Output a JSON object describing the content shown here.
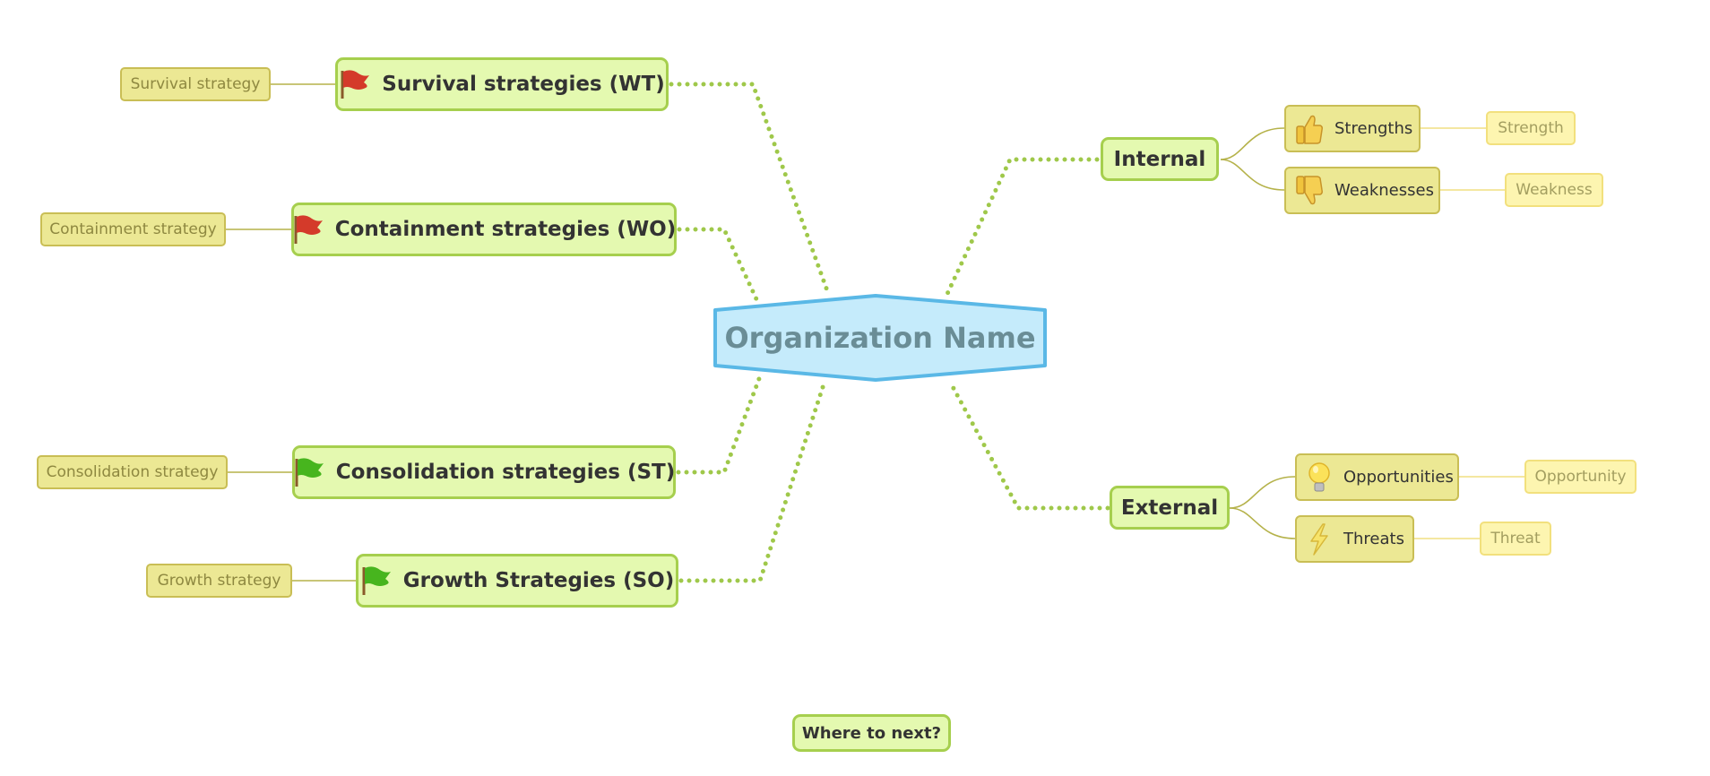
{
  "central": {
    "label": "Organization Name"
  },
  "strategies": [
    {
      "label": "Survival strategies (WT)",
      "flag": "red-flag-icon",
      "leaf": "Survival strategy"
    },
    {
      "label": "Containment strategies (WO)",
      "flag": "red-flag-icon",
      "leaf": "Containment strategy"
    },
    {
      "label": "Consolidation strategies (ST)",
      "flag": "green-flag-icon",
      "leaf": "Consolidation strategy"
    },
    {
      "label": "Growth Strategies (SO)",
      "flag": "green-flag-icon",
      "leaf": "Growth strategy"
    }
  ],
  "internal": {
    "label": "Internal",
    "items": [
      {
        "label": "Strengths",
        "icon": "thumbs-up-icon",
        "leaf": "Strength"
      },
      {
        "label": "Weaknesses",
        "icon": "thumbs-down-icon",
        "leaf": "Weakness"
      }
    ]
  },
  "external": {
    "label": "External",
    "items": [
      {
        "label": "Opportunities",
        "icon": "lightbulb-icon",
        "leaf": "Opportunity"
      },
      {
        "label": "Threats",
        "icon": "lightning-icon",
        "leaf": "Threat"
      }
    ]
  },
  "next": {
    "label": "Where to next?"
  },
  "colors": {
    "central_fill": "#c5ebfb",
    "central_border": "#5ab8e6",
    "branch_line": "#9fc84a",
    "red_flag": "#d43a2a",
    "green_flag": "#47b51e"
  }
}
